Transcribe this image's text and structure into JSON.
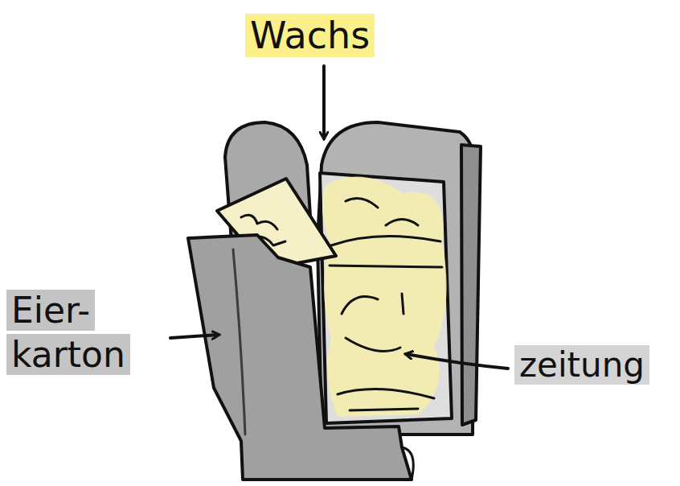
{
  "diagram": {
    "labels": [
      "Wachs",
      "Eier- karton",
      "zeitung"
    ]
  }
}
